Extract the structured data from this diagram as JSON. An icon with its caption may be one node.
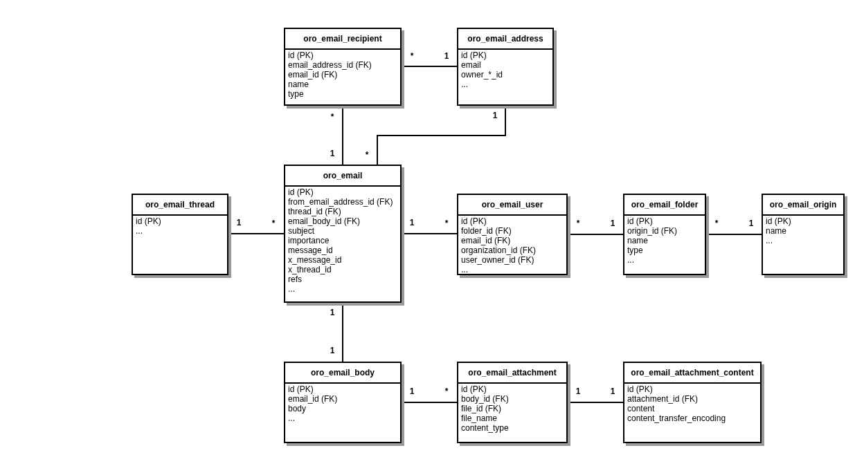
{
  "diagram": {
    "nodes": [
      {
        "text": [
          "oro_email_recipient",
          "id (PK)",
          "email_address_id (FK)",
          "email_id (FK)",
          "name",
          "type"
        ]
      },
      {
        "text": [
          "oro_email_address",
          "id (PK)",
          "email",
          "owner_*_id",
          "..."
        ]
      },
      {
        "text": [
          "oro_email",
          "id (PK)",
          "from_email_address_id (FK)",
          "thread_id (FK)",
          "email_body_id (FK)",
          "subject",
          "importance",
          "message_id",
          "x_message_id",
          "x_thread_id",
          "refs",
          "..."
        ]
      },
      {
        "text": [
          "oro_email_thread",
          "id (PK)",
          "..."
        ]
      },
      {
        "text": [
          "oro_email_user",
          "id (PK)",
          "folder_id (FK)",
          "email_id (FK)",
          "organization_id (FK)",
          "user_owner_id (FK)",
          "..."
        ]
      },
      {
        "text": [
          "oro_email_folder",
          "id (PK)",
          "origin_id (FK)",
          "name",
          "type",
          "..."
        ]
      },
      {
        "text": [
          "oro_email_origin",
          "id (PK)",
          "name",
          "..."
        ]
      },
      {
        "text": [
          "oro_email_body",
          "id (PK)",
          "email_id (FK)",
          "body",
          "..."
        ]
      },
      {
        "text": [
          "oro_email_attachment",
          "id (PK)",
          "body_id (FK)",
          "file_id (FK)",
          "file_name",
          "content_type"
        ]
      },
      {
        "text": [
          "oro_email_attachment_content",
          "id (PK)",
          "attachment_id (FK)",
          "content",
          "content_transfer_encoding"
        ]
      }
    ],
    "edges": [
      {
        "from": 0,
        "to": 1,
        "arrow": "none"
      },
      {
        "from": 0,
        "to": 2,
        "arrow": "none"
      },
      {
        "from": 2,
        "to": 1,
        "arrow": "none"
      },
      {
        "from": 3,
        "to": 2,
        "arrow": "none"
      },
      {
        "from": 2,
        "to": 4,
        "arrow": "none"
      },
      {
        "from": 4,
        "to": 5,
        "arrow": "none"
      },
      {
        "from": 5,
        "to": 6,
        "arrow": "none"
      },
      {
        "from": 2,
        "to": 7,
        "arrow": "none"
      },
      {
        "from": 7,
        "to": 8,
        "arrow": "none"
      },
      {
        "from": 8,
        "to": 9,
        "arrow": "none"
      }
    ],
    "labels": [
      "*",
      "1",
      "*",
      "1",
      "1",
      "*",
      "1",
      "*",
      "1",
      "*",
      "*",
      "1",
      "*",
      "1",
      "1",
      "1",
      "1",
      "*",
      "1",
      "1"
    ]
  }
}
